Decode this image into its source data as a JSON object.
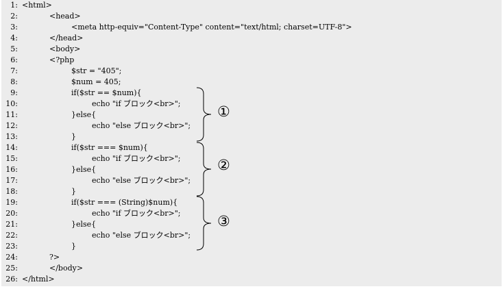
{
  "lines": [
    {
      "n": "1:",
      "text": "<html>"
    },
    {
      "n": "2:",
      "text": "<head>"
    },
    {
      "n": "3:",
      "text": "<meta http-equiv=\"Content-Type\" content=\"text/html; charset=UTF-8\">"
    },
    {
      "n": "4:",
      "text": "</head>"
    },
    {
      "n": "5:",
      "text": "<body>"
    },
    {
      "n": "6:",
      "text": "<?php"
    },
    {
      "n": "7:",
      "text": "$str = \"405\";"
    },
    {
      "n": "8:",
      "text": "$num = 405;"
    },
    {
      "n": "9:",
      "text": "if($str == $num){"
    },
    {
      "n": "10:",
      "text": "echo \"if ブロック<br>\";"
    },
    {
      "n": "11:",
      "text": "}else{"
    },
    {
      "n": "12:",
      "text": "echo \"else ブロック<br>\";"
    },
    {
      "n": "13:",
      "text": "}"
    },
    {
      "n": "14:",
      "text": "if($str === $num){"
    },
    {
      "n": "15:",
      "text": "echo \"if ブロック<br>\";"
    },
    {
      "n": "16:",
      "text": "}else{"
    },
    {
      "n": "17:",
      "text": "echo \"else ブロック<br>\";"
    },
    {
      "n": "18:",
      "text": "}"
    },
    {
      "n": "19:",
      "text": "if($str === (String)$num){"
    },
    {
      "n": "20:",
      "text": "echo \"if ブロック<br>\";"
    },
    {
      "n": "21:",
      "text": "}else{"
    },
    {
      "n": "22:",
      "text": "echo \"else ブロック<br>\";"
    },
    {
      "n": "23:",
      "text": "}"
    },
    {
      "n": "24:",
      "text": "?>"
    },
    {
      "n": "25:",
      "text": "</body>"
    },
    {
      "n": "26:",
      "text": "</html>"
    }
  ],
  "markers": [
    "①",
    "②",
    "③"
  ]
}
